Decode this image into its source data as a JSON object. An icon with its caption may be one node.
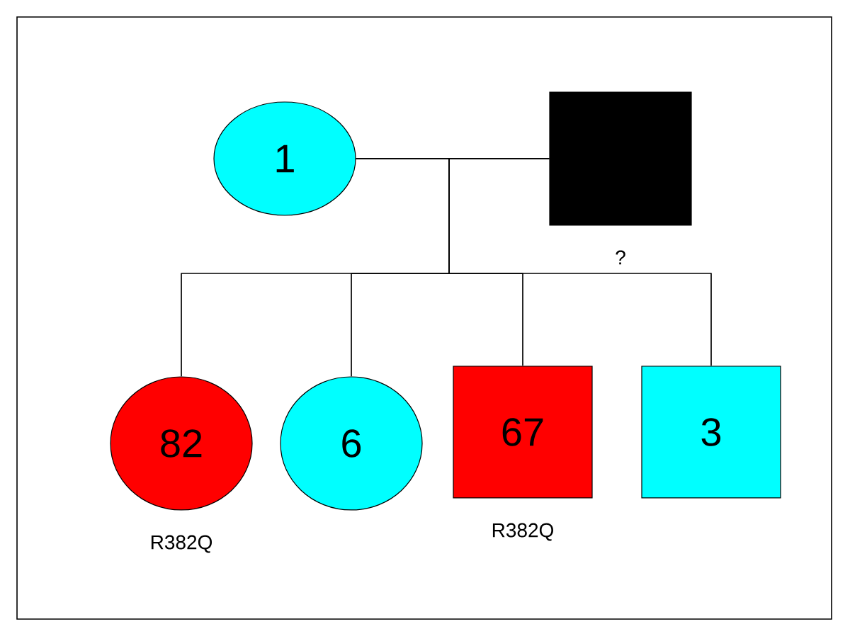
{
  "diagram": {
    "nodes": [
      {
        "text": [
          "1"
        ]
      },
      {
        "text": [],
        "shape": "box",
        "beside": [
          "?"
        ]
      },
      {
        "text": [
          "82"
        ],
        "beside": [
          "R382Q"
        ]
      },
      {
        "text": [
          "6"
        ]
      },
      {
        "text": [
          "67"
        ],
        "beside": [
          "R382Q"
        ]
      },
      {
        "text": [
          "3"
        ]
      }
    ],
    "edges": [
      {
        "from": 0,
        "to": 1,
        "arrow": "none"
      },
      {
        "from": 0,
        "to": 2,
        "arrow": "none"
      },
      {
        "from": 1,
        "to": 2,
        "arrow": "none"
      },
      {
        "from": 0,
        "to": 3,
        "arrow": "none"
      },
      {
        "from": 1,
        "to": 3,
        "arrow": "none"
      },
      {
        "from": 0,
        "to": 4,
        "arrow": "none"
      },
      {
        "from": 1,
        "to": 4,
        "arrow": "none"
      },
      {
        "from": 0,
        "to": 5,
        "arrow": "none"
      },
      {
        "from": 1,
        "to": 5,
        "arrow": "none"
      }
    ]
  }
}
